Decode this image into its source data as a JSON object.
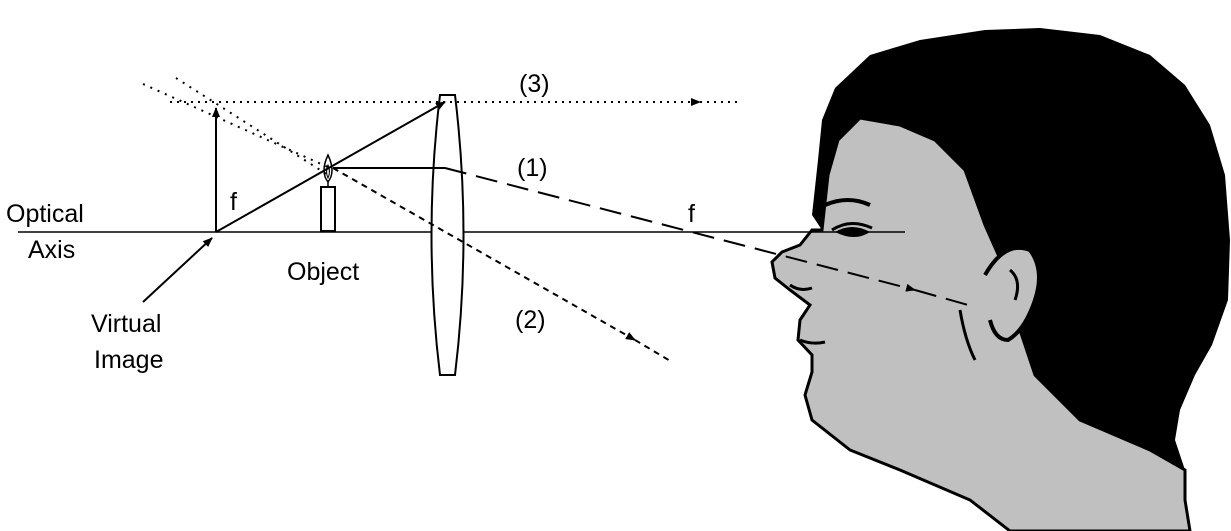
{
  "labels": {
    "optical_axis_line1": "Optical",
    "optical_axis_line2": "Axis",
    "virtual_image_line1": "Virtual",
    "virtual_image_line2": "Image",
    "object": "Object",
    "focal_left": "f",
    "focal_right": "f",
    "ray_1": "(1)",
    "ray_2": "(2)",
    "ray_3": "(3)"
  },
  "colors": {
    "line": "#000000",
    "face_skin": "#c0c0c0",
    "hair": "#000000",
    "background": "#ffffff"
  },
  "icons": {
    "viewer": "human-head-profile-icon",
    "candle": "candle-icon",
    "lens": "convex-lens-icon"
  }
}
